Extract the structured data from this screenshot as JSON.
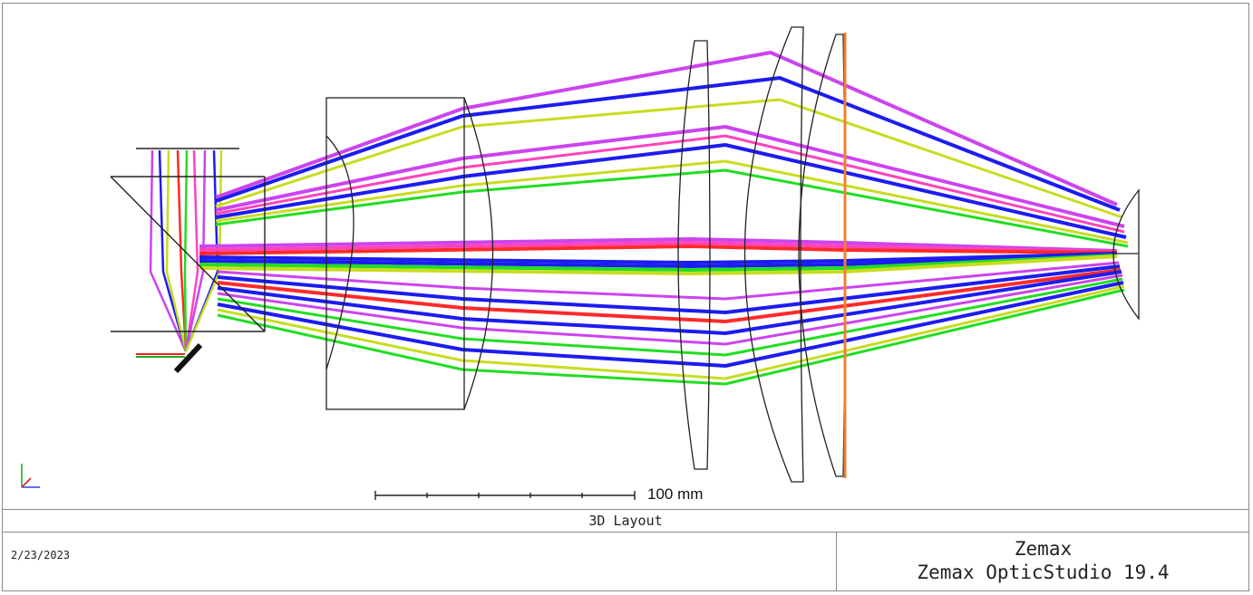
{
  "layout_title": "3D Layout",
  "date": "2/23/2023",
  "company": "Zemax",
  "product": "Zemax OpticStudio 19.4",
  "scale_bar": {
    "label": "100 mm",
    "length_mm": 100
  },
  "axis_triad_icon": "xyz-axes-icon",
  "ray_colors": [
    "#cc44ee",
    "#1c1cf0",
    "#c8dc20",
    "#ff2a2a",
    "#22dd22",
    "#ff44bb"
  ],
  "element_color": "#222222",
  "stop_color": "#f08030"
}
